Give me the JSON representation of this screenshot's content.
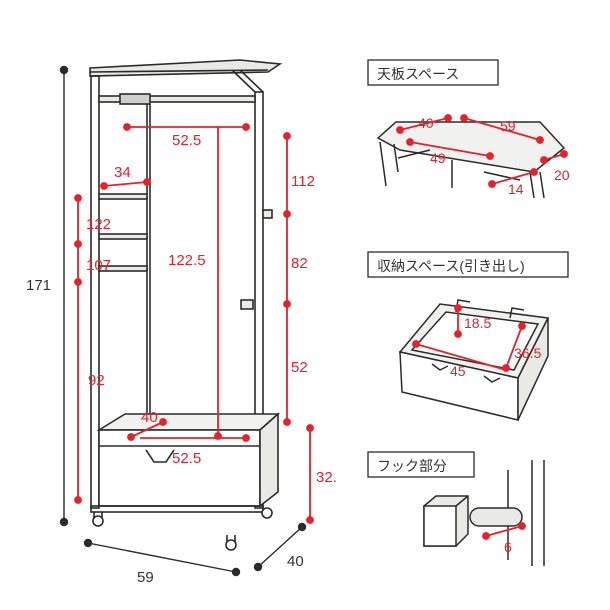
{
  "colors": {
    "line": "#2b2b2b",
    "measure_red": "#e8202a",
    "label_red": "#e8202a",
    "dark_text": "#333333",
    "panel": "#f1f1ef",
    "box_fill": "#e9e9e6"
  },
  "main_dims": {
    "total_height": "171",
    "width": "59",
    "depth": "40",
    "rail_width": "52.5",
    "shelf_depth": "34",
    "left_122": "122",
    "left_107": "107",
    "left_92": "92",
    "center_height": "122.5",
    "right_112": "112",
    "right_82": "82",
    "right_52": "52",
    "drawer_height": "32.",
    "base_depth": "40",
    "base_width": "52.5"
  },
  "top_panel": {
    "caption": "天板スペース",
    "d40": "40",
    "d59": "59",
    "d49": "49",
    "d14": "14",
    "d20": "20"
  },
  "storage_panel": {
    "caption": "収納スペース(引き出し)",
    "d18_5": "18.5",
    "d36_5": "36.5",
    "d45": "45"
  },
  "hook_panel": {
    "caption": "フック部分",
    "d6": "6"
  }
}
